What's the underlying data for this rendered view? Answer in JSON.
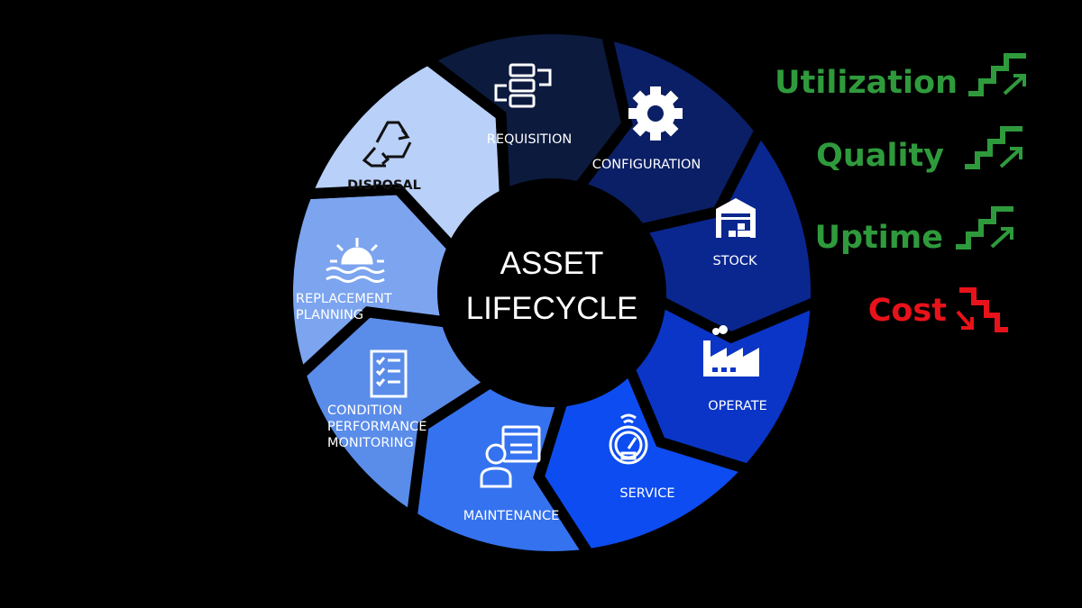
{
  "center": {
    "line1": "ASSET",
    "line2": "LIFECYCLE"
  },
  "stages": [
    {
      "label": "REQUISITION",
      "color": "#0c1a3e",
      "icon": "workflow-icon"
    },
    {
      "label": "CONFIGURATION",
      "color": "#0b1f66",
      "icon": "gear-icon"
    },
    {
      "label": "STOCK",
      "color": "#0a2790",
      "icon": "warehouse-icon"
    },
    {
      "label": "OPERATE",
      "color": "#0a35c6",
      "icon": "factory-icon"
    },
    {
      "label": "SERVICE",
      "color": "#0d4cf0",
      "icon": "gauge-icon"
    },
    {
      "label": "MAINTENANCE",
      "color": "#3572ef",
      "icon": "technician-icon"
    },
    {
      "label": "CONDITION\nPERFORMANCE\nMONITORING",
      "color": "#5a8cea",
      "icon": "checklist-icon"
    },
    {
      "label": "REPLACEMENT\nPLANNING",
      "color": "#7ca4ef",
      "icon": "sunset-icon"
    },
    {
      "label": "DISPOSAL",
      "color": "#b9d0f8",
      "icon": "recycle-icon"
    }
  ],
  "kpis": [
    {
      "label": "Utilization",
      "trend": "up",
      "color": "#2f9a3c"
    },
    {
      "label": "Quality",
      "trend": "up",
      "color": "#2f9a3c"
    },
    {
      "label": "Uptime",
      "trend": "up",
      "color": "#2f9a3c"
    },
    {
      "label": "Cost",
      "trend": "down",
      "color": "#e8121a"
    }
  ]
}
